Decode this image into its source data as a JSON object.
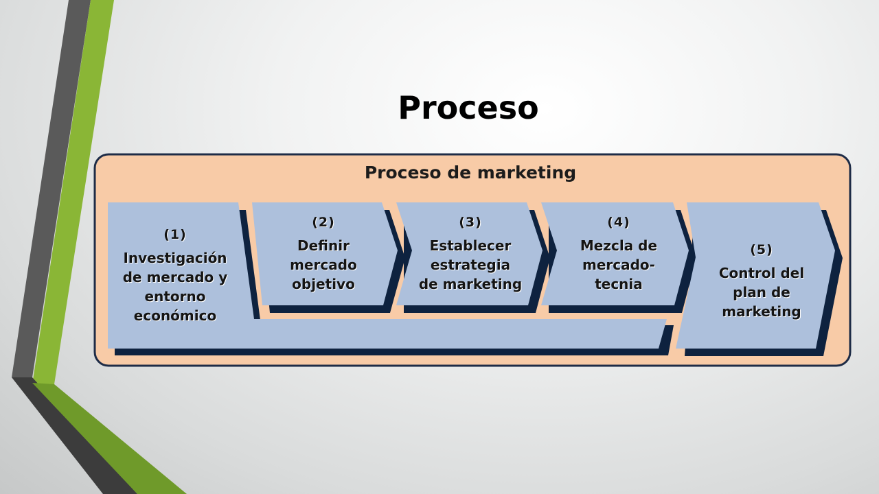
{
  "slide": {
    "title": "Proceso"
  },
  "diagram": {
    "title": "Proceso de marketing",
    "steps": [
      {
        "number": "(1)",
        "lines": [
          "Investigación",
          "de mercado y",
          "entorno",
          "económico"
        ]
      },
      {
        "number": "(2)",
        "lines": [
          "Definir",
          "mercado",
          "objetivo"
        ]
      },
      {
        "number": "(3)",
        "lines": [
          "Establecer",
          "estrategia",
          "de marketing"
        ]
      },
      {
        "number": "(4)",
        "lines": [
          "Mezcla de",
          "mercado-",
          "tecnia"
        ]
      },
      {
        "number": "(5)",
        "lines": [
          "Control del",
          "plan de",
          "marketing"
        ]
      }
    ]
  },
  "colors": {
    "panel_fill": "#f8cba7",
    "panel_border": "#1e2c47",
    "shape_fill": "#adc0dc",
    "shape_shadow": "#0e223f",
    "accent_green": "#8ab636",
    "accent_gray": "#595959"
  }
}
